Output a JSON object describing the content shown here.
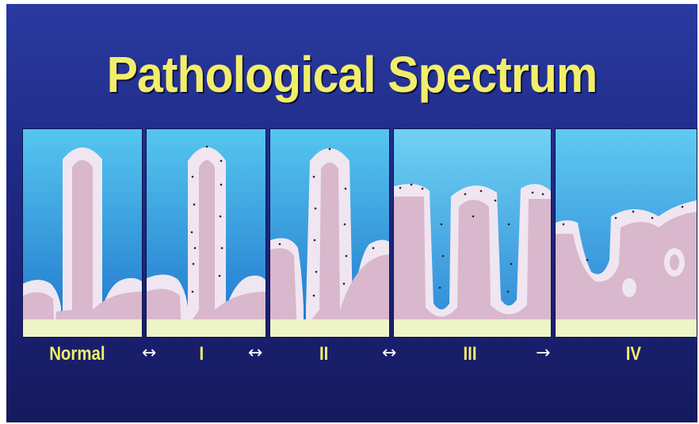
{
  "title": "Pathological Spectrum",
  "stages": [
    "Normal",
    "I",
    "II",
    "III",
    "IV"
  ],
  "arrows": [
    "↔",
    "↔",
    "↔",
    "→"
  ],
  "colors": {
    "background": "#1f2a86",
    "title": "#f2ee6a",
    "lumen": "#3fb3e6",
    "lamina_propria": "#d6b3c9",
    "epithelium": "#efe6f2",
    "submucosa": "#eef3c8"
  }
}
